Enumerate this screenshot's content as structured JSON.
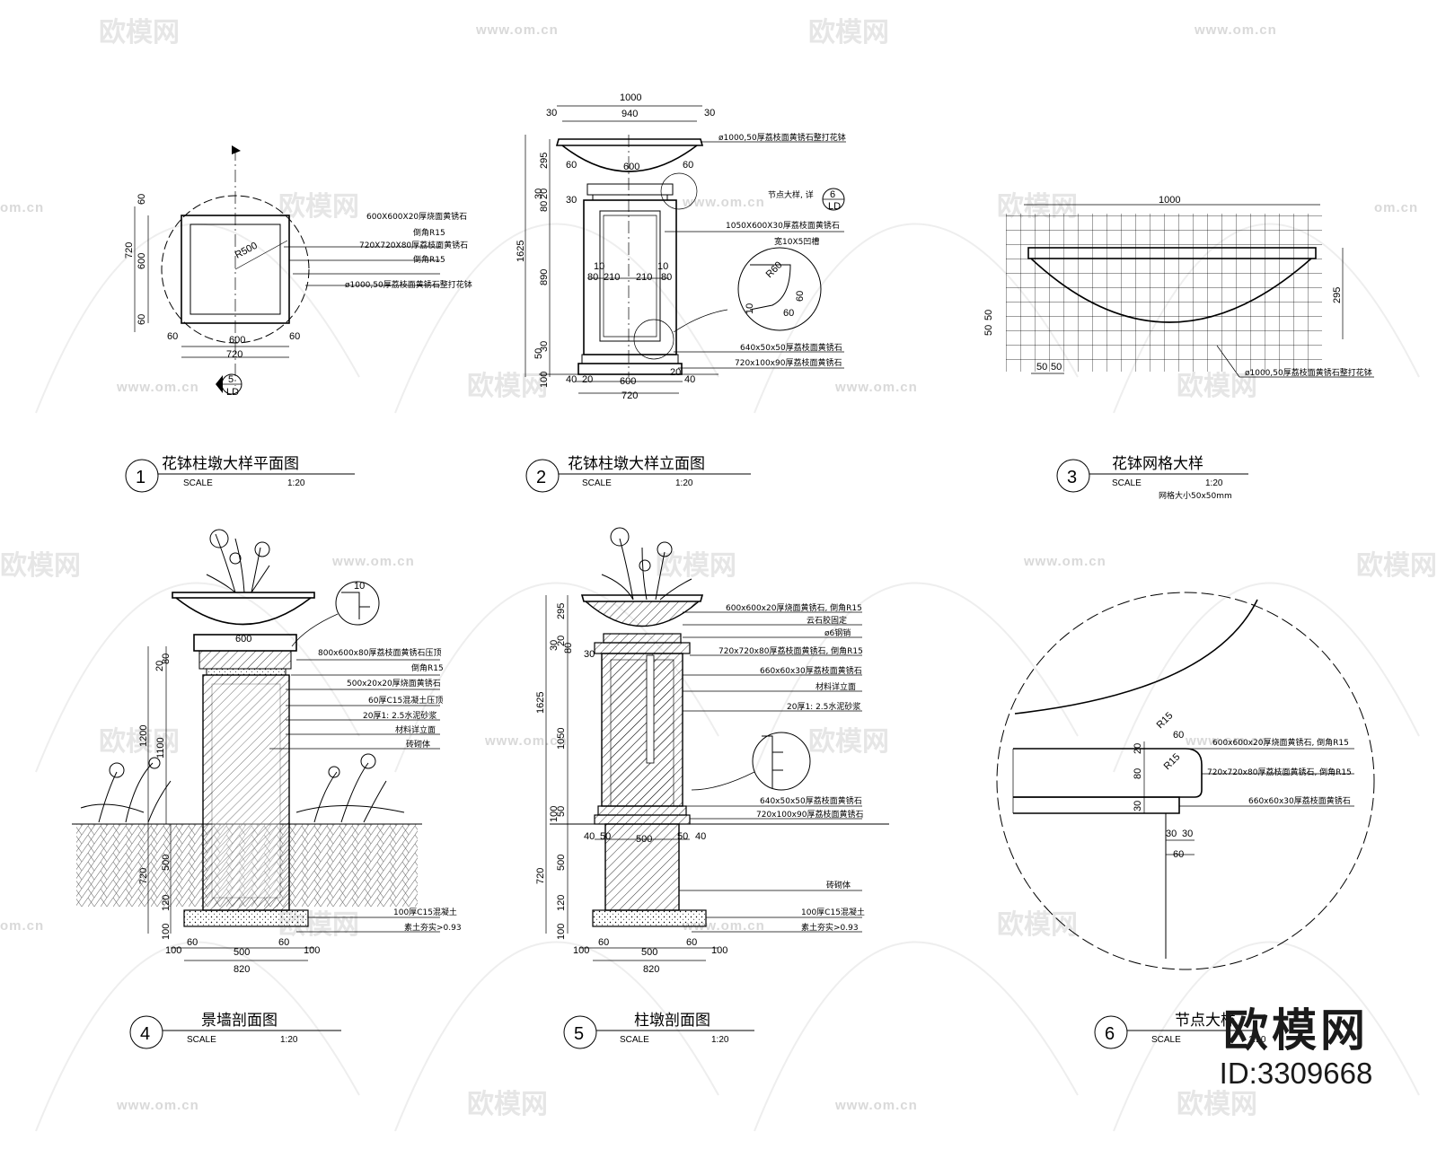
{
  "watermark": {
    "brand": "欧模网",
    "url": "www.om.cn",
    "url_short": "om.cn"
  },
  "brand_badge": {
    "name": "欧模网",
    "id": "ID:3309668"
  },
  "drawings": [
    {
      "number": "1",
      "title": "花钵柱墩大样平面图",
      "scale_label": "SCALE",
      "scale": "1:20"
    },
    {
      "number": "2",
      "title": "花钵柱墩大样立面图",
      "scale_label": "SCALE",
      "scale": "1:20"
    },
    {
      "number": "3",
      "title": "花钵网格大样",
      "scale_label": "SCALE",
      "scale": "1:20",
      "note": "网格大小50x50mm"
    },
    {
      "number": "4",
      "title": "景墙剖面图",
      "scale_label": "SCALE",
      "scale": "1:20"
    },
    {
      "number": "5",
      "title": "柱墩剖面图",
      "scale_label": "SCALE",
      "scale": "1:20"
    },
    {
      "number": "6",
      "title": "节点大样",
      "scale_label": "SCALE",
      "scale": "1:20"
    }
  ],
  "plan": {
    "labels": [
      "600X600X20厚烧面黄锈石",
      "倒角R15",
      "720X720X80厚荔枝面黄锈石",
      "倒角R15",
      "ø1000,50厚荔枝面黄锈石整打花钵"
    ],
    "radius": "R500",
    "dims": {
      "d60a": "60",
      "d600": "600",
      "d60b": "60",
      "d720": "720",
      "b60a": "60",
      "b600": "600",
      "b60b": "60",
      "b720": "720"
    },
    "section_tag": "5",
    "section_ref": "LD"
  },
  "elevation": {
    "top_dims": {
      "d1000": "1000",
      "d30a": "30",
      "d940": "940",
      "d30b": "30",
      "d60a": "60",
      "d600": "600",
      "d60b": "60",
      "d30c": "30"
    },
    "left_dims": {
      "d295": "295",
      "d30": "30",
      "d20": "20",
      "d80": "80",
      "d1625": "1625",
      "d890": "890",
      "d50": "50",
      "d30b": "30",
      "d100": "100"
    },
    "inner_dims": {
      "a10": "10",
      "a80": "80",
      "a210": "210",
      "b210": "210",
      "b10": "10",
      "b80": "80"
    },
    "bottom_dims": {
      "d40a": "40",
      "d20a": "20",
      "d600": "600",
      "d20b": "20",
      "d40b": "40",
      "d720": "720"
    },
    "labels": [
      "ø1000,50厚荔枝面黄锈石整打花钵",
      "节点大样, 详",
      "1050X600X30厚荔枝面黄锈石",
      "宽10X5凹槽",
      "640x50x50厚荔枝面黄锈石",
      "720x100x90厚荔枝面黄锈石"
    ],
    "detail_tag": "6",
    "detail_ref": "LD",
    "callout": {
      "r60": "R60",
      "d60a": "60",
      "d60b": "60",
      "d10": "10"
    }
  },
  "grid": {
    "dims": {
      "d1000": "1000",
      "d295": "295",
      "d50a": "50",
      "d50b": "50",
      "b50a": "50",
      "b50b": "50"
    },
    "label": "ø1000,50厚荔枝面黄锈石整打花钵"
  },
  "wall_section": {
    "top_dim": "600",
    "left_dims": {
      "d20": "20",
      "d80": "80",
      "d1200": "1200",
      "d1100": "1100",
      "d720": "720",
      "d500": "500",
      "d120": "120",
      "d100": "100"
    },
    "bottom_dims": {
      "d100a": "100",
      "d60a": "60",
      "d500": "500",
      "d60b": "60",
      "d100b": "100",
      "d820": "820"
    },
    "callout": {
      "d10": "10"
    },
    "labels": [
      "800x600x80厚荔枝面黄锈石压顶",
      "倒角R15",
      "500x20x20厚烧面黄锈石",
      "60厚C15混凝土压顶",
      "20厚1: 2.5水泥砂浆",
      "材料详立面",
      "砖砌体",
      "100厚C15混凝土",
      "素土夯实>0.93"
    ]
  },
  "pier_section": {
    "left_dims": {
      "d295": "295",
      "d30": "30",
      "d20": "20",
      "d80": "80",
      "d30b": "30",
      "d1625": "1625",
      "d1050": "1050",
      "d50": "50",
      "d100": "100",
      "d720": "720",
      "d500": "500",
      "d120": "120",
      "d100b": "100"
    },
    "mid_dims": {
      "d40a": "40",
      "d50a": "50",
      "d500": "500",
      "d50b": "50",
      "d40b": "40"
    },
    "bottom_dims": {
      "d100a": "100",
      "d60a": "60",
      "d500": "500",
      "d60b": "60",
      "d100b": "100",
      "d820": "820"
    },
    "labels": [
      "600x600x20厚烧面黄锈石, 倒角R15",
      "云石胶固定",
      "ø6钢销",
      "720x720x80厚荔枝面黄锈石, 倒角R15",
      "660x60x30厚荔枝面黄锈石",
      "材料详立面",
      "20厚1: 2.5水泥砂浆",
      "640x50x50厚荔枝面黄锈石",
      "720x100x90厚荔枝面黄锈石",
      "砖砌体",
      "100厚C15混凝土",
      "素土夯实>0.93"
    ]
  },
  "node_detail": {
    "dims": {
      "r15a": "R15",
      "d60": "60",
      "r15b": "R15",
      "d20": "20",
      "d80": "80",
      "d30": "30",
      "b30a": "30",
      "b30b": "30",
      "b60": "60"
    },
    "labels": [
      "600x600x20厚烧面黄锈石, 倒角R15",
      "720x720x80厚荔枝面黄锈石, 倒角R15",
      "660x60x30厚荔枝面黄锈石"
    ]
  }
}
